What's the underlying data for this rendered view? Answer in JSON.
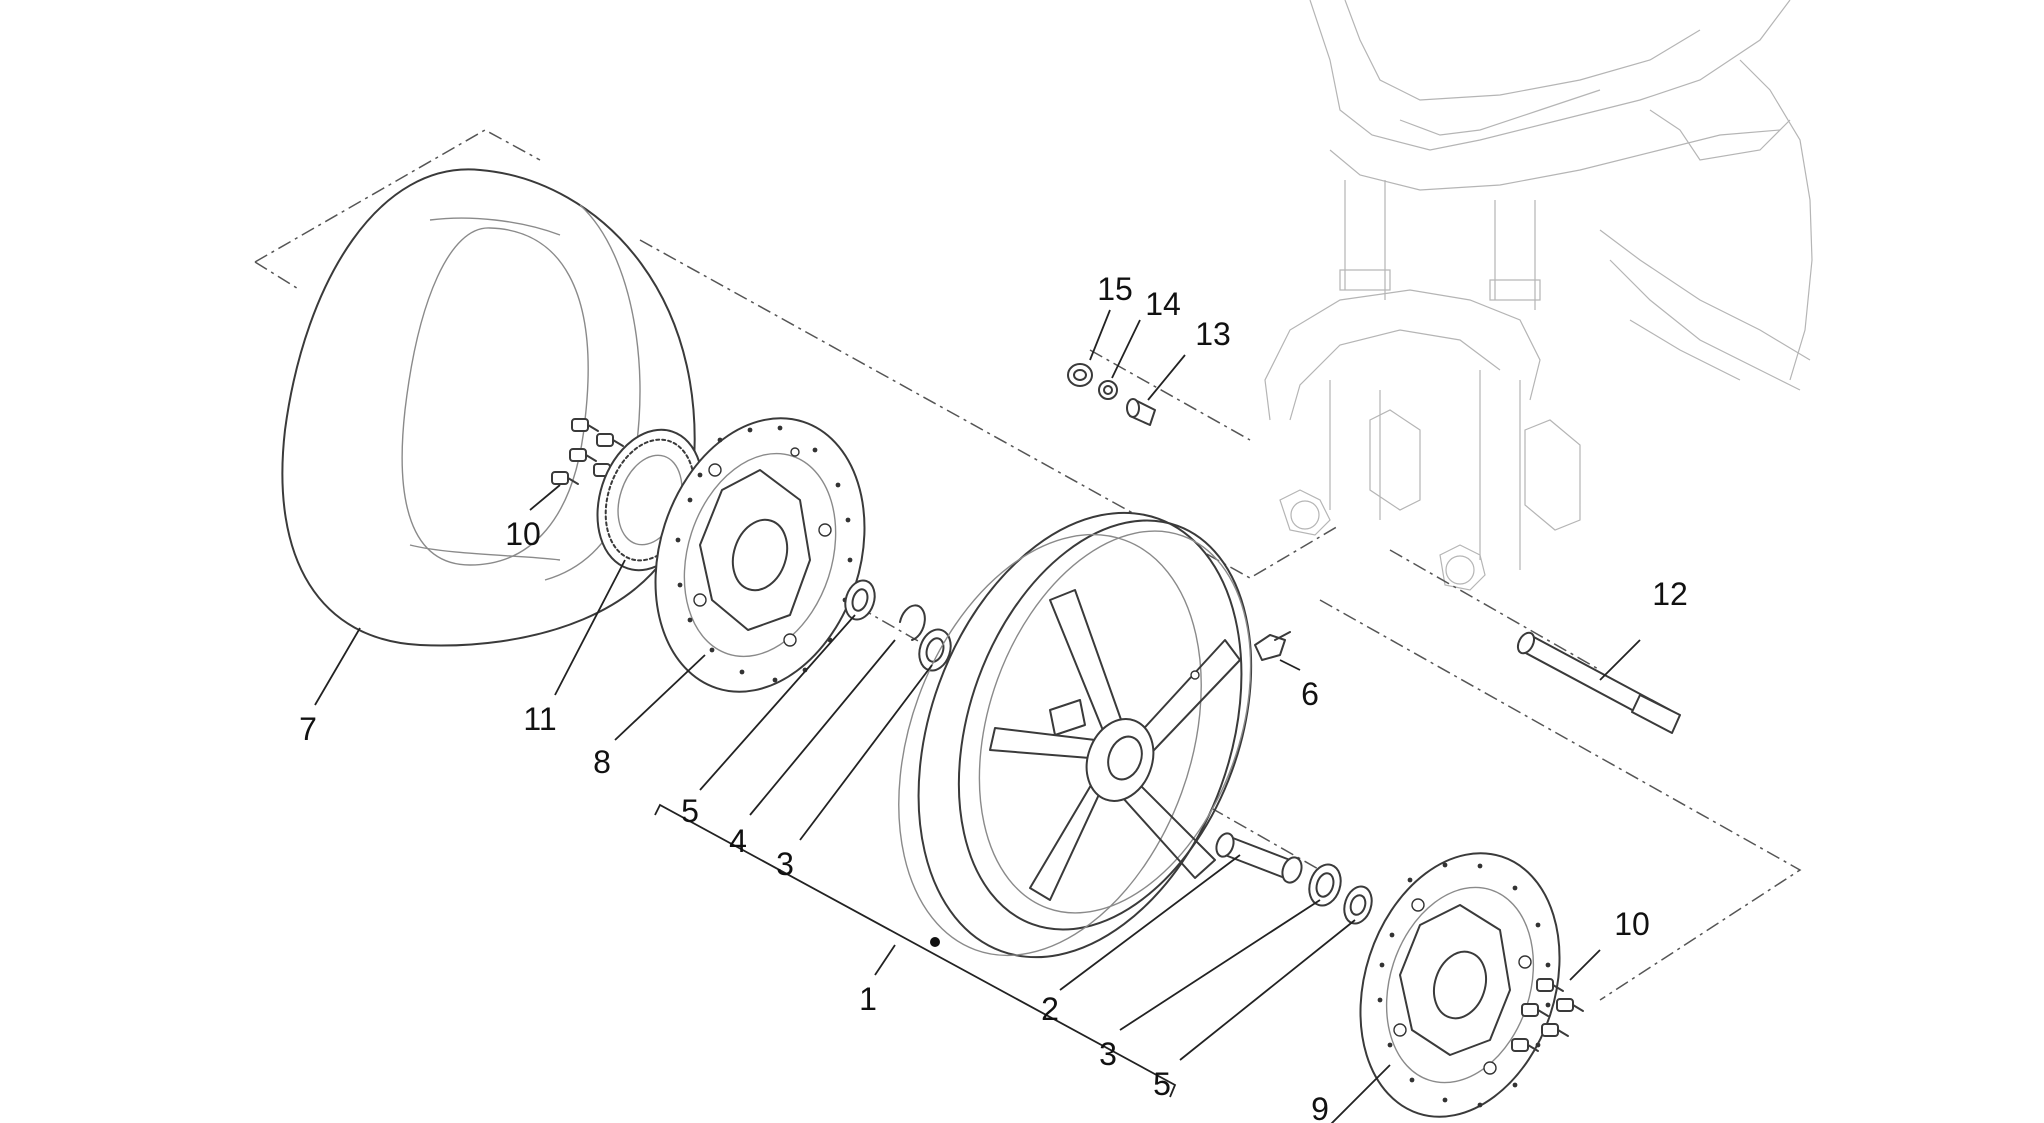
{
  "diagram": {
    "callouts": [
      {
        "id": "c1",
        "label": "1"
      },
      {
        "id": "c2",
        "label": "2"
      },
      {
        "id": "c3a",
        "label": "3"
      },
      {
        "id": "c3b",
        "label": "3"
      },
      {
        "id": "c4",
        "label": "4"
      },
      {
        "id": "c5a",
        "label": "5"
      },
      {
        "id": "c5b",
        "label": "5"
      },
      {
        "id": "c6",
        "label": "6"
      },
      {
        "id": "c7",
        "label": "7"
      },
      {
        "id": "c8",
        "label": "8"
      },
      {
        "id": "c9",
        "label": "9"
      },
      {
        "id": "c10a",
        "label": "10"
      },
      {
        "id": "c10b",
        "label": "10"
      },
      {
        "id": "c11",
        "label": "11"
      },
      {
        "id": "c12",
        "label": "12"
      },
      {
        "id": "c13",
        "label": "13"
      },
      {
        "id": "c14",
        "label": "14"
      },
      {
        "id": "c15",
        "label": "15"
      }
    ]
  }
}
